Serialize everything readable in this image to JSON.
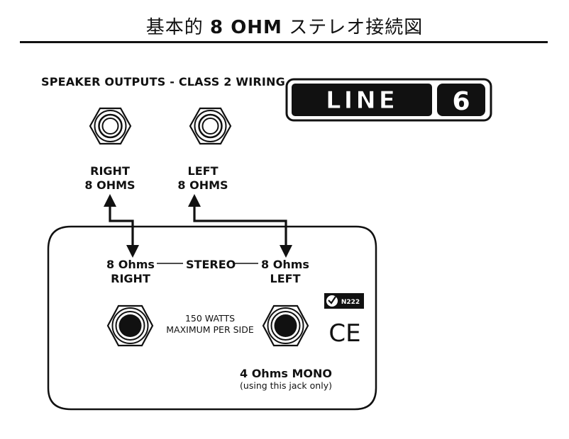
{
  "title": {
    "prefix": "基本的 ",
    "bold": "8 OHM",
    "suffix": " ステレオ接続図"
  },
  "speaker_outputs": {
    "heading": "SPEAKER OUTPUTS - CLASS 2 WIRING",
    "right": {
      "name": "RIGHT",
      "impedance": "8 OHMS"
    },
    "left": {
      "name": "LEFT",
      "impedance": "8 OHMS"
    }
  },
  "logo": {
    "text": "LINE",
    "number": "6"
  },
  "panel": {
    "left_jack": {
      "ohms": "8 Ohms",
      "side": "RIGHT"
    },
    "right_jack": {
      "ohms": "8 Ohms",
      "side": "LEFT"
    },
    "mode": "STEREO",
    "power_line1": "150 WATTS",
    "power_line2": "MAXIMUM PER SIDE",
    "mono_label": "4 Ohms MONO",
    "mono_note": "(using this jack only)",
    "cert_code": "N222",
    "ce_mark": "CE"
  }
}
